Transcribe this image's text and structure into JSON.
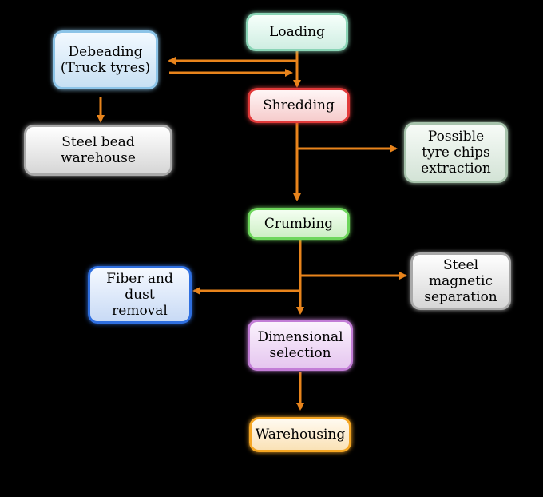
{
  "nodes": {
    "loading": "Loading",
    "debeading": "Debeading\n(Truck tyres)",
    "shredding": "Shredding",
    "steel_bead": "Steel bead\nwarehouse",
    "tyre_chips": "Possible\ntyre chips\nextraction",
    "crumbing": "Crumbing",
    "steel_magnetic": "Steel\nmagnetic\nseparation",
    "fiber_dust": "Fiber and dust\nremoval",
    "dimensional": "Dimensional\nselection",
    "warehousing": "Warehousing"
  },
  "colors": {
    "arrow": "#e8841c",
    "background": "#000000"
  }
}
